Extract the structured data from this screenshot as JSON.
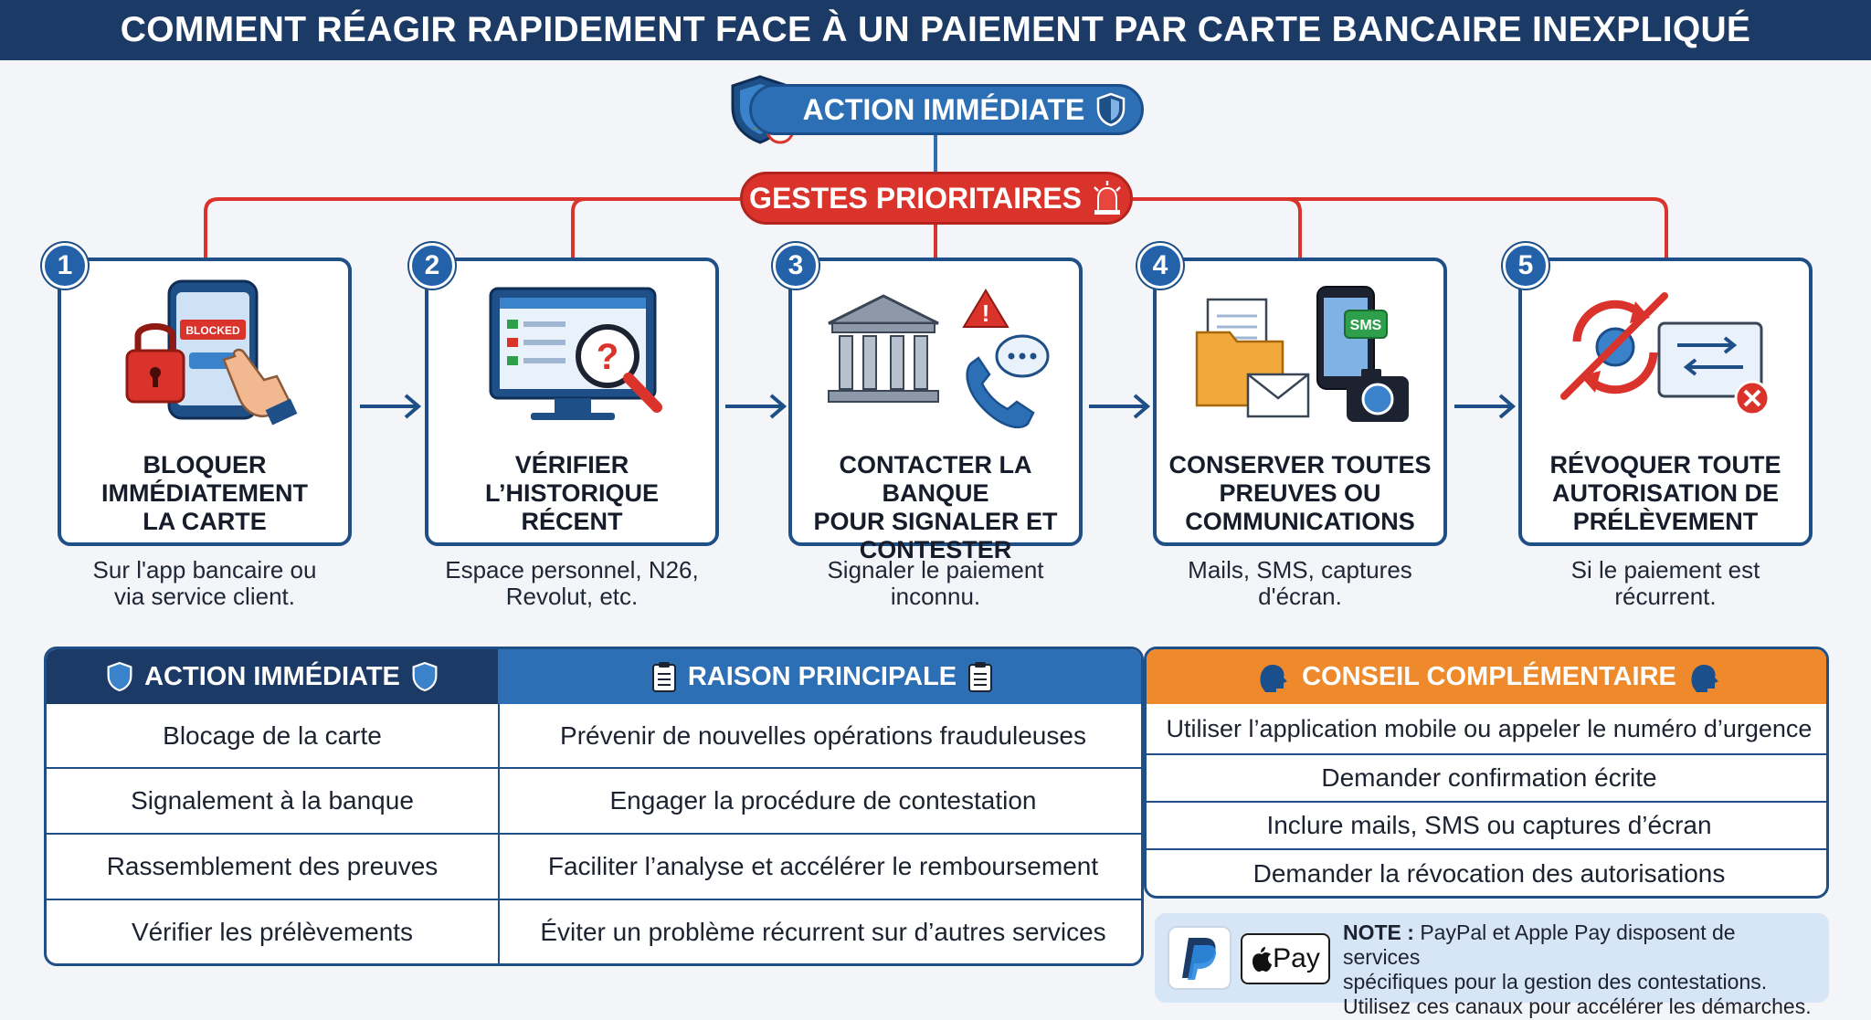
{
  "title": "COMMENT RÉAGIR RAPIDEMENT FACE À UN PAIEMENT PAR CARTE BANCAIRE INEXPLIQUÉ",
  "top_pill": "ACTION IMMÉDIATE",
  "sub_pill": "GESTES PRIORITAIRES",
  "steps": [
    {
      "num": "1",
      "label_l1": "BLOQUER",
      "label_l2": "IMMÉDIATEMENT",
      "label_l3": "LA CARTE",
      "cap_l1": "Sur l'app bancaire ou",
      "cap_l2": "via service client.",
      "screen_text": "BLOCKED"
    },
    {
      "num": "2",
      "label_l1": "VÉRIFIER",
      "label_l2": "L’HISTORIQUE",
      "label_l3": "RÉCENT",
      "cap_l1": "Espace personnel, N26,",
      "cap_l2": "Revolut, etc."
    },
    {
      "num": "3",
      "label_l1": "CONTACTER LA BANQUE",
      "label_l2": "POUR SIGNALER ET",
      "label_l3": "CONTESTER",
      "cap_l1": "Signaler le paiement",
      "cap_l2": "inconnu."
    },
    {
      "num": "4",
      "label_l1": "CONSERVER TOUTES",
      "label_l2": "PREUVES OU",
      "label_l3": "COMMUNICATIONS",
      "cap_l1": "Mails, SMS, captures",
      "cap_l2": "d'écran.",
      "sms_text": "SMS"
    },
    {
      "num": "5",
      "label_l1": "RÉVOQUER TOUTE",
      "label_l2": "AUTORISATION DE",
      "label_l3": "PRÉLÈVEMENT",
      "cap_l1": "Si le paiement est",
      "cap_l2": "récurrent."
    }
  ],
  "table": {
    "headers": {
      "action": "ACTION IMMÉDIATE",
      "raison": "RAISON PRINCIPALE",
      "conseil": "CONSEIL COMPLÉMENTAIRE"
    },
    "rows_left": [
      {
        "action": "Blocage de la carte",
        "raison": "Prévenir de nouvelles opérations frauduleuses"
      },
      {
        "action": "Signalement à la banque",
        "raison": "Engager la procédure de contestation"
      },
      {
        "action": "Rassemblement des preuves",
        "raison": "Faciliter l’analyse et accélérer le remboursement"
      },
      {
        "action": "Vérifier les prélèvements",
        "raison": "Éviter un problème récurrent sur d’autres services"
      }
    ],
    "rows_right": [
      "Utiliser l’application mobile ou appeler le numéro d’urgence",
      "Demander confirmation écrite",
      "Inclure mails, SMS ou captures d’écran",
      "Demander la révocation des autorisations"
    ]
  },
  "note": {
    "bold": "NOTE :",
    "l1": "PayPal et Apple Pay disposent de services",
    "l2": "spécifiques pour la gestion des contestations.",
    "l3": "Utilisez ces canaux pour accélérer les démarches.",
    "applepay": "Pay"
  },
  "colors": {
    "navy": "#1b3a66",
    "blue": "#2d6fb5",
    "red": "#d9332b",
    "orange": "#ef8a2c"
  }
}
